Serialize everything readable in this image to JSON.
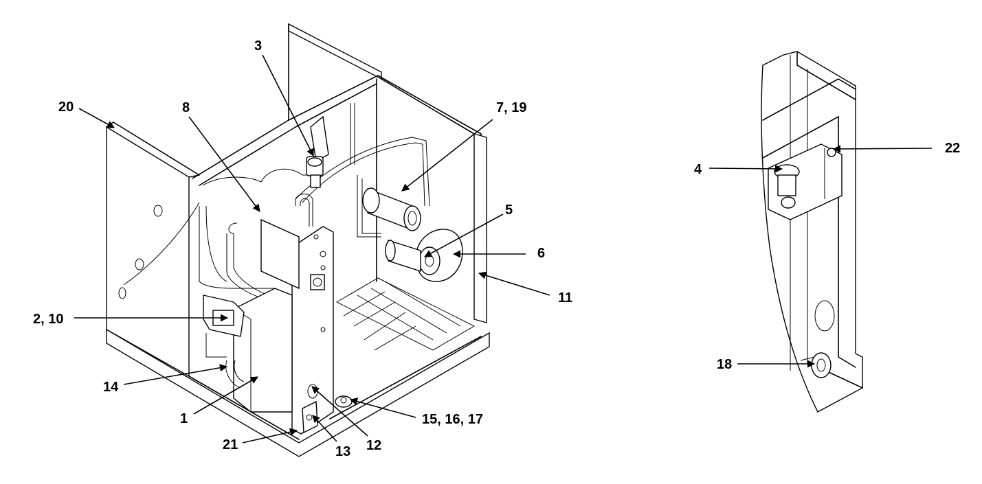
{
  "diagram": {
    "callouts": {
      "c3": "3",
      "c20": "20",
      "c8": "8",
      "c7_19": "7, 19",
      "c5": "5",
      "c6": "6",
      "c11": "11",
      "c2_10": "2, 10",
      "c14": "14",
      "c1": "1",
      "c21": "21",
      "c13": "13",
      "c12": "12",
      "c15_16_17": "15, 16, 17",
      "c4": "4",
      "c22": "22",
      "c18": "18"
    }
  }
}
